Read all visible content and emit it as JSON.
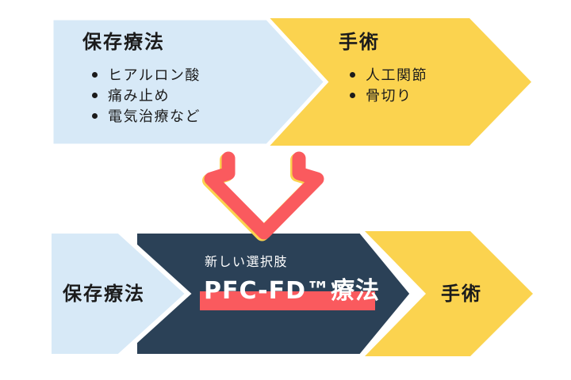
{
  "colors": {
    "light_blue": "#d7e9f7",
    "yellow": "#fbd34f",
    "navy": "#2b4157",
    "red": "#fa5a5e",
    "text": "#1b1b1b",
    "white": "#ffffff"
  },
  "top_row": {
    "conservative": {
      "title": "保存療法",
      "items": [
        "ヒアルロン酸",
        "痛み止め",
        "電気治療など"
      ]
    },
    "surgery": {
      "title": "手術",
      "items": [
        "人工関節",
        "骨切り"
      ]
    }
  },
  "bottom_row": {
    "conservative_label": "保存療法",
    "new_option": {
      "subtitle": "新しい選択肢",
      "title": "PFC-FD™療法"
    },
    "surgery_label": "手術"
  }
}
